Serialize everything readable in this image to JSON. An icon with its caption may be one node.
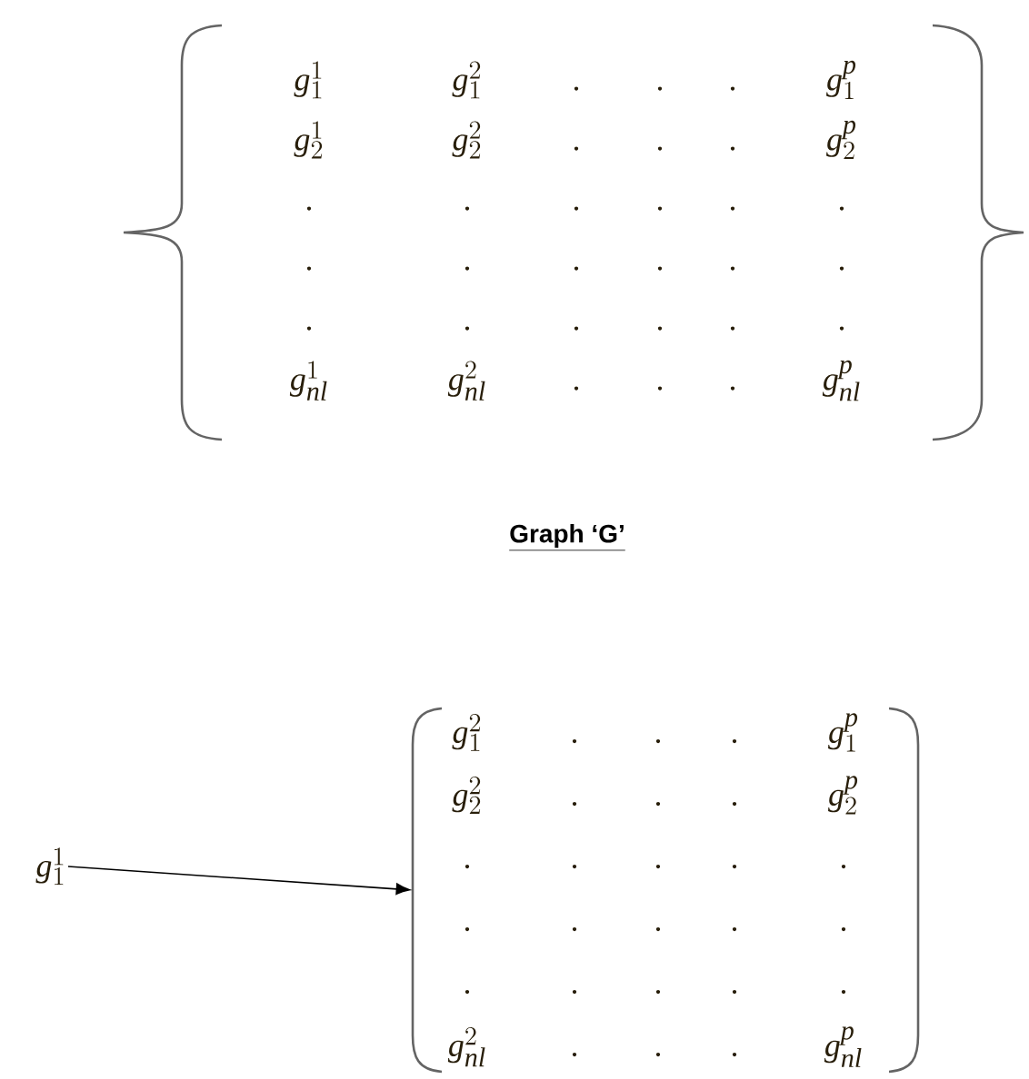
{
  "diagram": {
    "caption": "Graph ‘G’",
    "nodes": [
      {
        "text": [
          "g^{1}_{1}",
          "g^{2}_{1}",
          ".",
          ".",
          ".",
          "g^{p}_{1}",
          "g^{1}_{2}",
          "g^{2}_{2}",
          ".",
          ".",
          ".",
          "g^{p}_{2}",
          ".",
          ".",
          ".",
          ".",
          ".",
          ".",
          ".",
          ".",
          ".",
          ".",
          ".",
          ".",
          ".",
          ".",
          ".",
          ".",
          ".",
          ".",
          "g^{1}_{nl}",
          "g^{2}_{nl}",
          ".",
          ".",
          ".",
          "g^{p}_{nl}"
        ]
      },
      {
        "text": [
          "g^{1}_{1}"
        ]
      },
      {
        "text": [
          "g^{2}_{1}",
          ".",
          ".",
          ".",
          "g^{p}_{1}",
          "g^{2}_{2}",
          ".",
          ".",
          ".",
          "g^{p}_{2}",
          ".",
          ".",
          ".",
          ".",
          ".",
          ".",
          ".",
          ".",
          ".",
          ".",
          ".",
          ".",
          ".",
          ".",
          ".",
          "g^{2}_{nl}",
          ".",
          ".",
          ".",
          "g^{p}_{nl}"
        ]
      }
    ],
    "edges": [
      {
        "from": 1,
        "to": 2,
        "arrow": "to"
      }
    ]
  }
}
